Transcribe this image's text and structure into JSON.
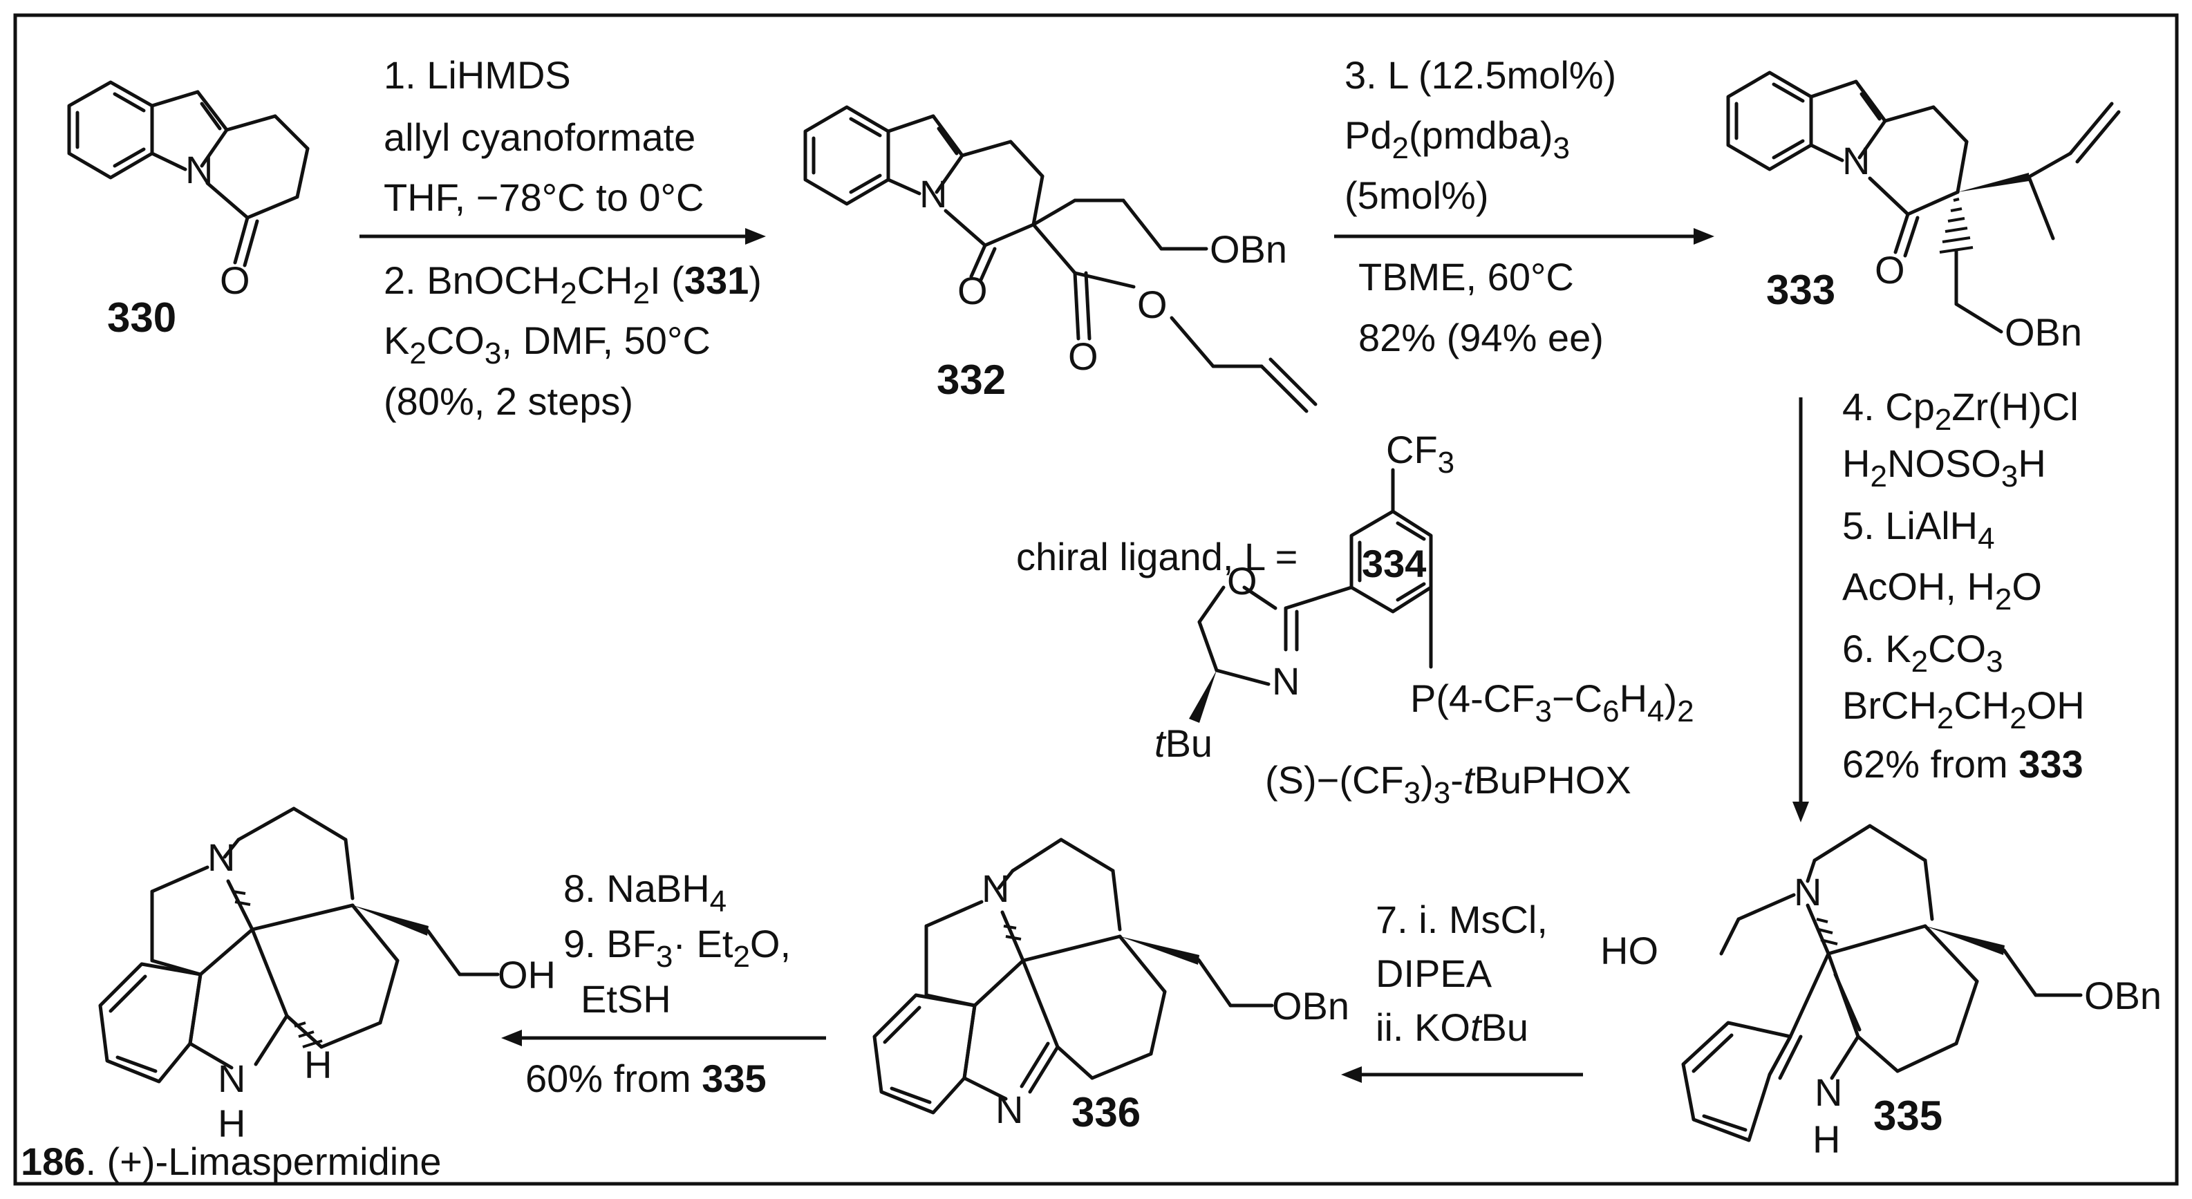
{
  "atoms": {
    "N": "N",
    "O": "O",
    "OBn": "OBn",
    "OH": "OH",
    "HO": "HO",
    "H": "H",
    "NH_N": "N",
    "NH_H": "H",
    "tBu_t": "t",
    "tBu_Bu": "Bu",
    "CF3": "CF",
    "sub3": "3"
  },
  "compounds": {
    "c330": "330",
    "c332": "332",
    "c333": "333",
    "c334": "334",
    "c335": "335",
    "c336": "336",
    "c186": "186",
    "c186_name": ". (+)-Limaspermidine"
  },
  "conditions_1_2": {
    "l1": "1. LiHMDS",
    "l2": "allyl cyanoformate",
    "l3": "THF, −78°C to 0°C",
    "l4a": "2. BnOCH",
    "l4b": "2",
    "l4c": "CH",
    "l4d": "2",
    "l4e": "I (",
    "l4f": "331",
    "l4g": ")",
    "l5a": "K",
    "l5b": "2",
    "l5c": "CO",
    "l5d": "3",
    "l5e": ", DMF, 50°C",
    "l6": "(80%, 2 steps)"
  },
  "conditions_3": {
    "l1": "3. L (12.5mol%)",
    "l2a": "Pd",
    "l2b": "2",
    "l2c": "(pmdba)",
    "l2d": "3",
    "l3": "(5mol%)",
    "l4": "TBME, 60°C",
    "l5": "82% (94% ee)"
  },
  "conditions_4_6": {
    "l1": "4. Cp",
    "l1b": "2",
    "l1c": "Zr(H)Cl",
    "l2a": "H",
    "l2b": "2",
    "l2c": "NOSO",
    "l2d": "3",
    "l2e": "H",
    "l3a": "5. LiAlH",
    "l3b": "4",
    "l4a": "AcOH, H",
    "l4b": "2",
    "l4c": "O",
    "l5a": "6. K",
    "l5b": "2",
    "l5c": "CO",
    "l5d": "3",
    "l6a": "BrCH",
    "l6b": "2",
    "l6c": "CH",
    "l6d": "2",
    "l6e": "OH",
    "l7a": "62% from ",
    "l7b": "333"
  },
  "conditions_7": {
    "l1": "7. i. MsCl,",
    "l2": "DIPEA",
    "l3a": "ii. KO",
    "l3b": "t",
    "l3c": "Bu"
  },
  "conditions_8_9": {
    "l1a": "8. NaBH",
    "l1b": "4",
    "l2a": "9. BF",
    "l2b": "3",
    "l2c": "· Et",
    "l2d": "2",
    "l2e": "O,",
    "l3": "EtSH",
    "l4a": "60% from ",
    "l4b": "335"
  },
  "ligand": {
    "label": "chiral ligand, L =",
    "P_a": "P(4-CF",
    "P_b": "3",
    "P_c": "−C",
    "P_d": "6",
    "P_e": "H",
    "P_f": "4",
    "P_g": ")",
    "P_h": "2",
    "name_a": "(S)−(CF",
    "name_b": "3",
    "name_c": ")",
    "name_d": "3",
    "name_e": "-",
    "name_f": "t",
    "name_g": "BuPHOX"
  }
}
